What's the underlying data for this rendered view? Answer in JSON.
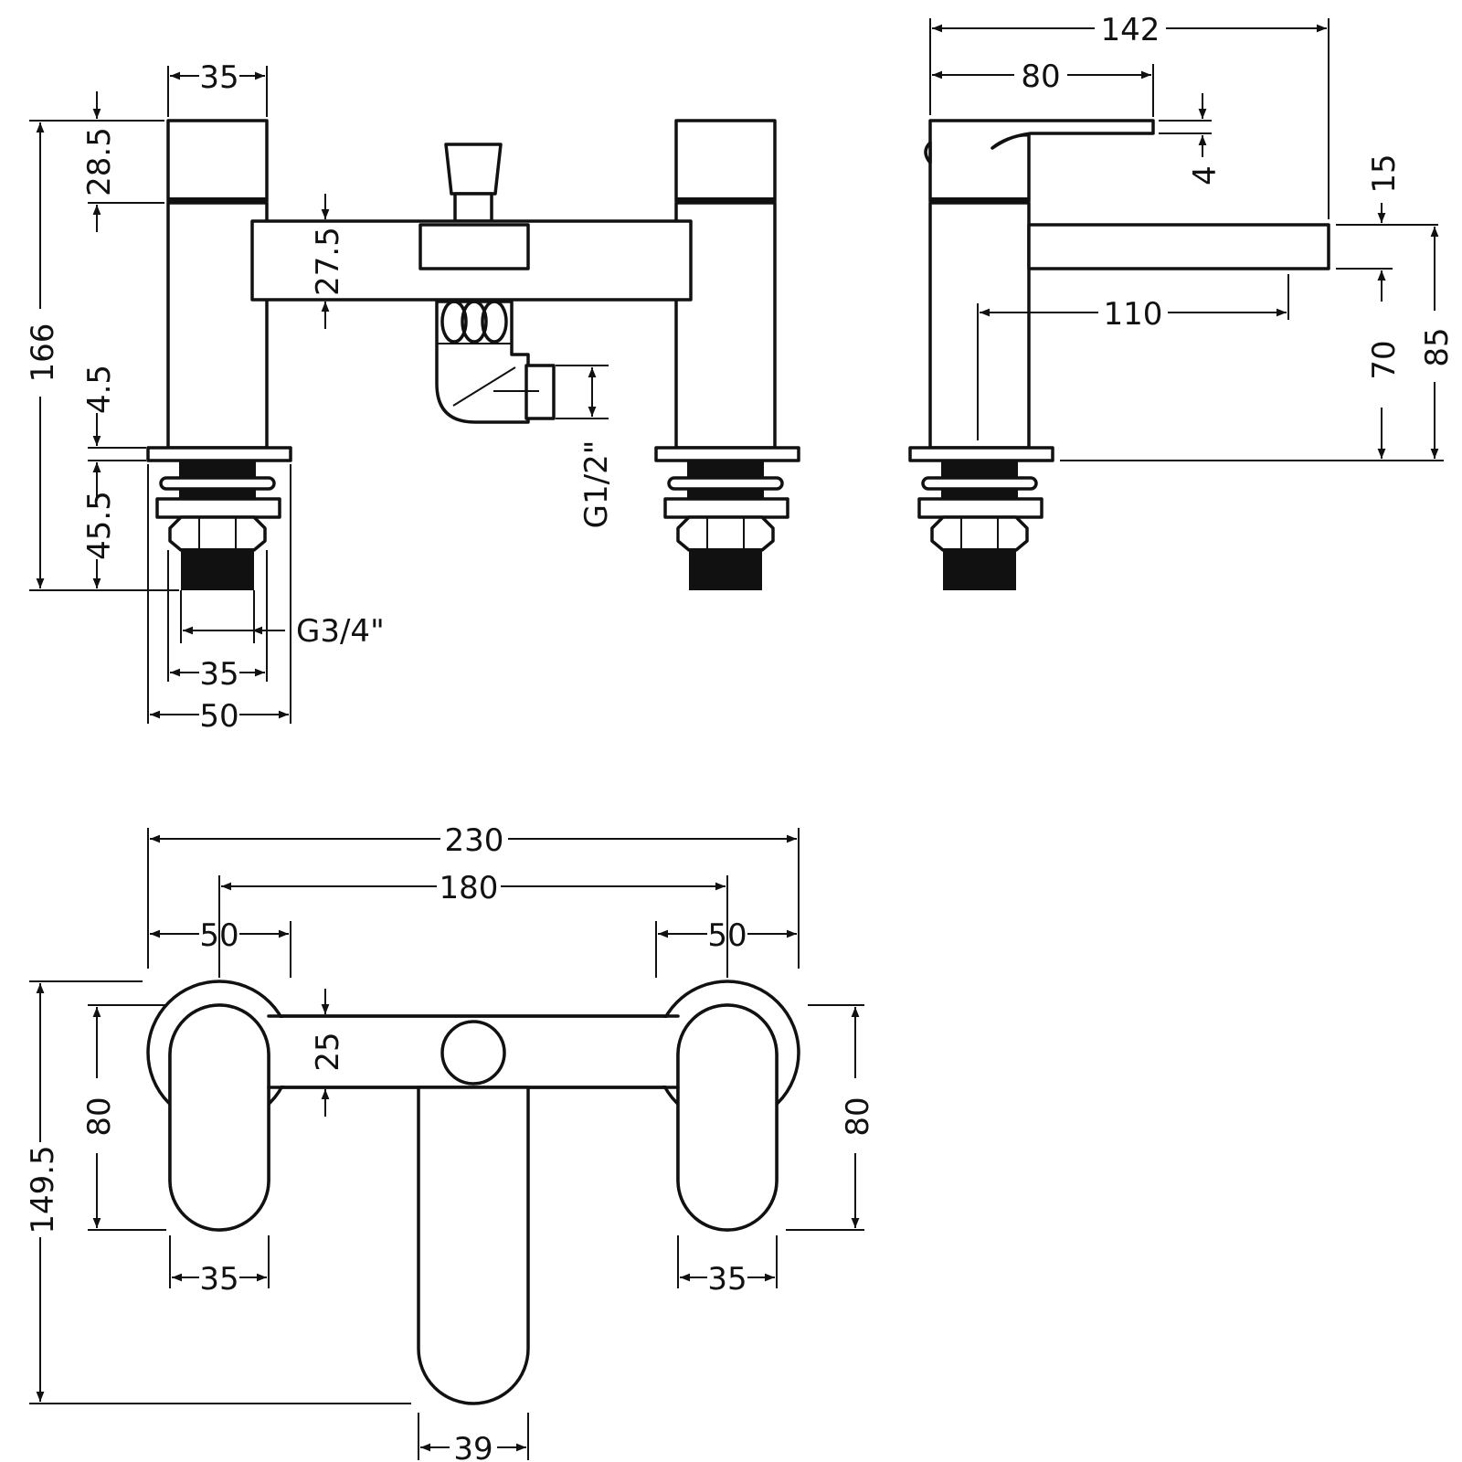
{
  "dimensions": {
    "front_valve_width": "35",
    "front_handle_height": "28.5",
    "front_total_height": "166",
    "front_body_height": "27.5",
    "front_plate_thickness": "4.5",
    "front_shank_length": "45.5",
    "front_shank_thread": "G3/4\"",
    "front_shank_width": "35",
    "front_plate_width": "50",
    "front_shower_outlet": "G1/2\"",
    "side_total_depth": "142",
    "side_handle_length": "80",
    "side_lever_thickness": "4",
    "side_spout_thickness": "15",
    "side_spout_reach": "110",
    "side_spout_height": "70",
    "side_total_height": "85",
    "top_total_width": "230",
    "top_centres": "180",
    "top_left_rose": "50",
    "top_right_rose": "50",
    "top_bar_depth": "25",
    "top_left_handle_length": "80",
    "top_right_handle_length": "80",
    "top_total_depth": "149.5",
    "top_left_handle_width": "35",
    "top_right_handle_width": "35",
    "top_spout_width": "39"
  }
}
